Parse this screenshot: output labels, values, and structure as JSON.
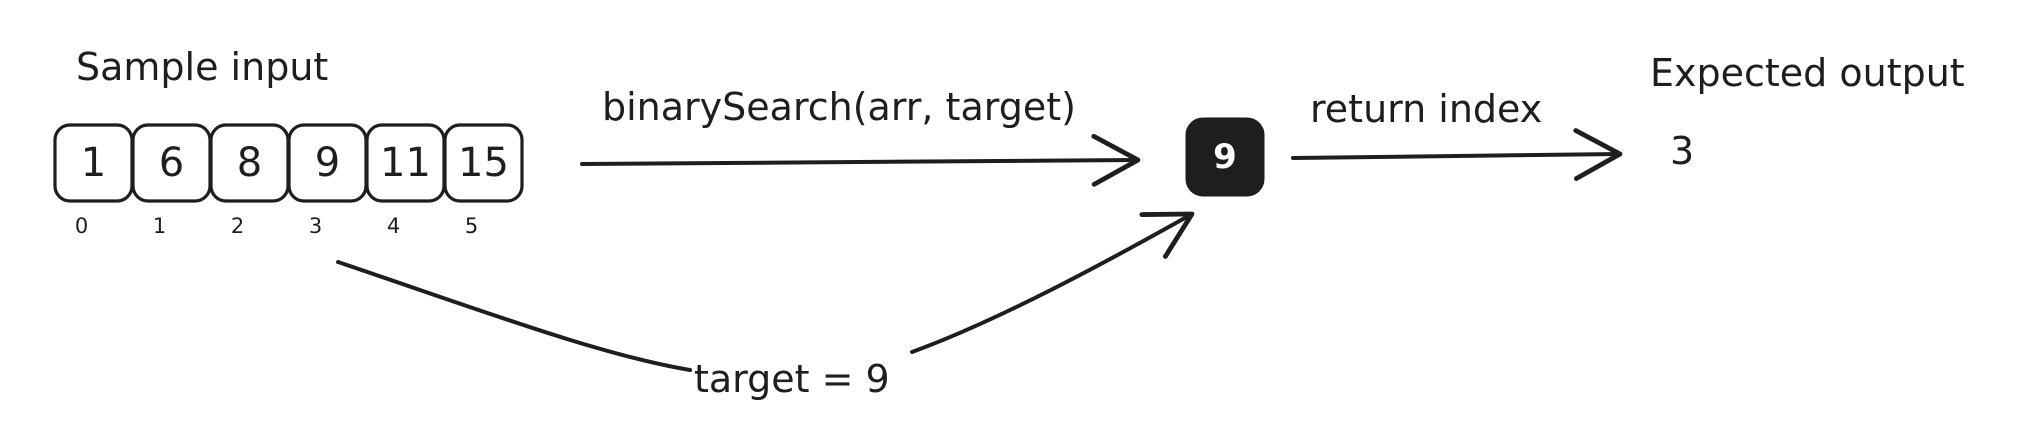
{
  "sample_input": {
    "title": "Sample input",
    "cells": [
      {
        "value": "1",
        "index": "0"
      },
      {
        "value": "6",
        "index": "1"
      },
      {
        "value": "8",
        "index": "2"
      },
      {
        "value": "9",
        "index": "3"
      },
      {
        "value": "11",
        "index": "4"
      },
      {
        "value": "15",
        "index": "5"
      }
    ]
  },
  "function_call_label": "binarySearch(arr, target)",
  "target_label": "target = 9",
  "found_value": "9",
  "return_label": "return index",
  "expected_output": {
    "title": "Expected output",
    "value": "3"
  }
}
